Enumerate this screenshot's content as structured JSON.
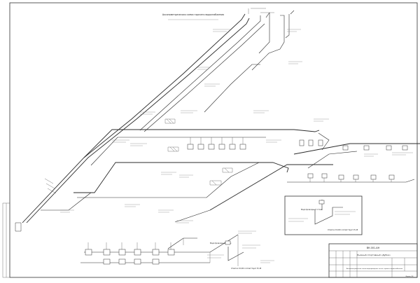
{
  "sheet": {
    "title_block": {
      "designation": "ВК.001-АН",
      "object_name": "Лыжный спортивный «Дубки»",
      "sheet_name": "Аксонометрическая схема водопроводных сетей, горячего водоснабжения",
      "format": "Формат А1"
    },
    "notes": {
      "top_caption": "Аксонометрическая схема горячего водоснабжения",
      "mid_caption": "Водопроводный стояк",
      "right_caption": "Водопроводный стояк",
      "right_note": "Отметка ±0,000 соответствует 25,48",
      "bottom_note": "Отметка ±0,000 соответствует 25,48"
    }
  }
}
